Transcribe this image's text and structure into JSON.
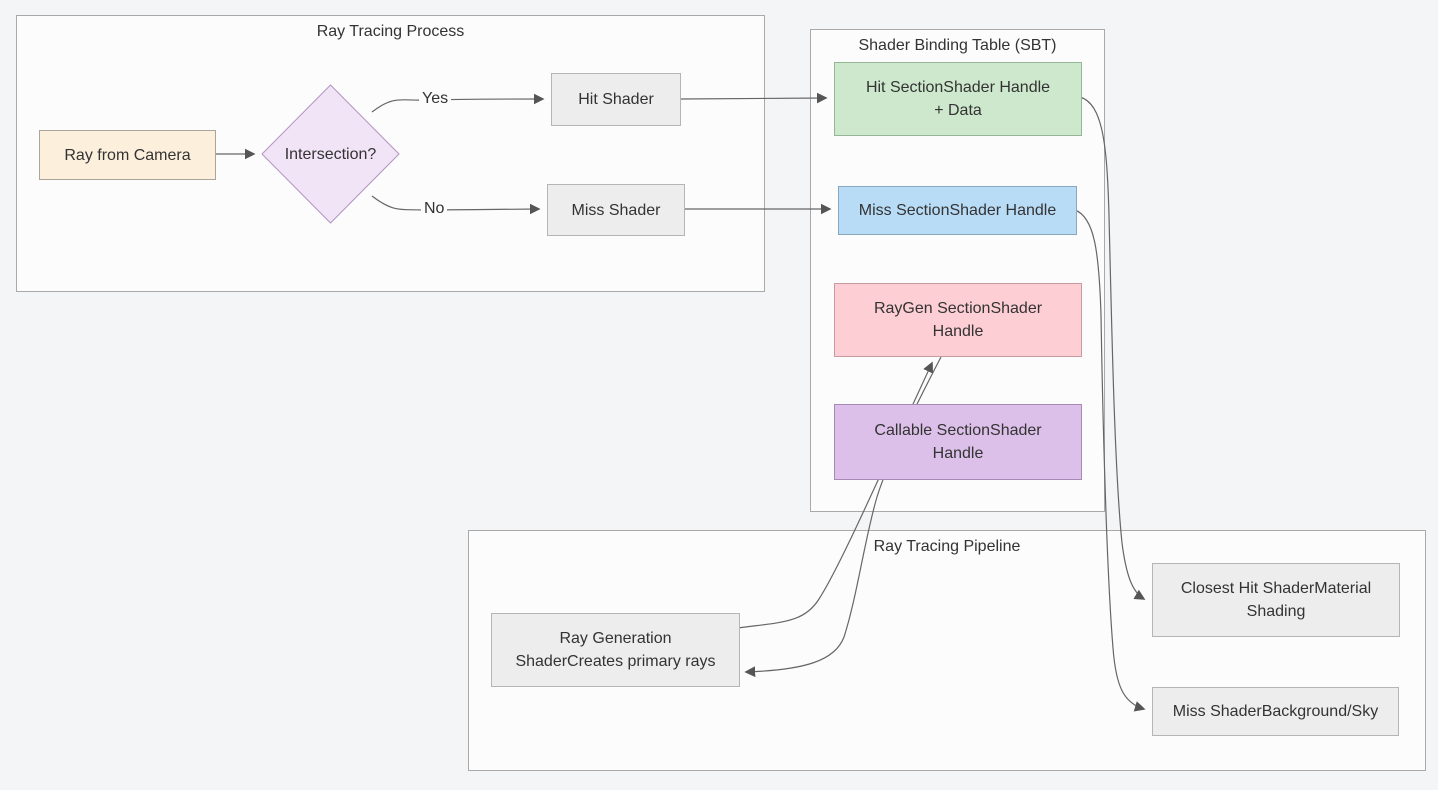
{
  "clusters": {
    "process": {
      "title": "Ray Tracing Process"
    },
    "sbt": {
      "title": "Shader Binding Table (SBT)"
    },
    "pipeline": {
      "title": "Ray Tracing Pipeline"
    }
  },
  "nodes": {
    "ray_from_camera": {
      "label": "Ray from Camera",
      "fill": "#fcf0dc"
    },
    "intersection": {
      "label": "Intersection?",
      "fill": "#f1e4f7"
    },
    "hit_shader": {
      "label": "Hit Shader",
      "fill": "#ededed"
    },
    "miss_shader": {
      "label": "Miss Shader",
      "fill": "#ededed"
    },
    "hit_handle": {
      "line1": "Hit SectionShader Handle",
      "line2": "+ Data",
      "fill": "#cde8cd"
    },
    "miss_handle": {
      "label": "Miss SectionShader Handle",
      "fill": "#b9dcf6"
    },
    "raygen_handle": {
      "line1": "RayGen SectionShader",
      "line2": "Handle",
      "fill": "#fdced4"
    },
    "callable_handle": {
      "line1": "Callable SectionShader",
      "line2": "Handle",
      "fill": "#dcc0e9"
    },
    "raygen_shader": {
      "line1": "Ray Generation",
      "line2": "ShaderCreates primary rays",
      "fill": "#ededed"
    },
    "closest_hit": {
      "line1": "Closest Hit ShaderMaterial",
      "line2": "Shading",
      "fill": "#ededed"
    },
    "miss_background": {
      "label": "Miss ShaderBackground/Sky",
      "fill": "#ededed"
    }
  },
  "edge_labels": {
    "yes": "Yes",
    "no": "No"
  },
  "colors": {
    "page_background": "#f4f5f7",
    "cluster_fill": "#fcfcfd",
    "cluster_border": "#a9a9a9",
    "edge_stroke": "#666666",
    "text": "#333333"
  }
}
